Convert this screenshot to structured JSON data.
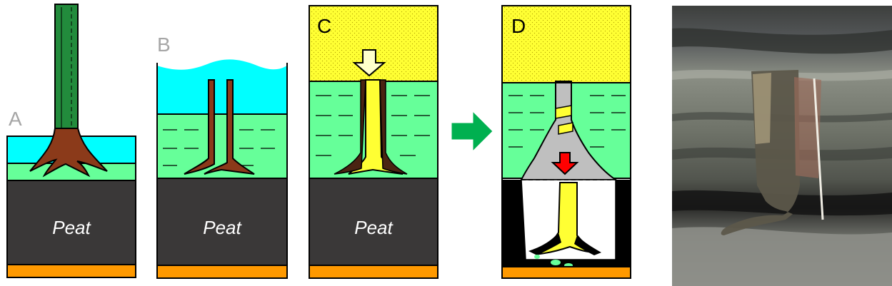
{
  "panels": {
    "a": {
      "letter": "A"
    },
    "b": {
      "letter": "B"
    },
    "c": {
      "letter": "C"
    },
    "d": {
      "letter": "D"
    }
  },
  "peat_label": "Peat",
  "colors": {
    "water": "#00ffff",
    "mud": "#66ff99",
    "peat": "#3a3838",
    "base": "#ff9900",
    "sand": "#ffff33",
    "trunk": "#228b3c",
    "roots": "#8b3a1a",
    "arrow_green": "#00b050",
    "arrow_red": "#ff0000",
    "letter_gray": "#a6a6a6",
    "letter_black": "#000000"
  },
  "photo": {
    "description_icon": "fossil-tree-stump-photo"
  }
}
